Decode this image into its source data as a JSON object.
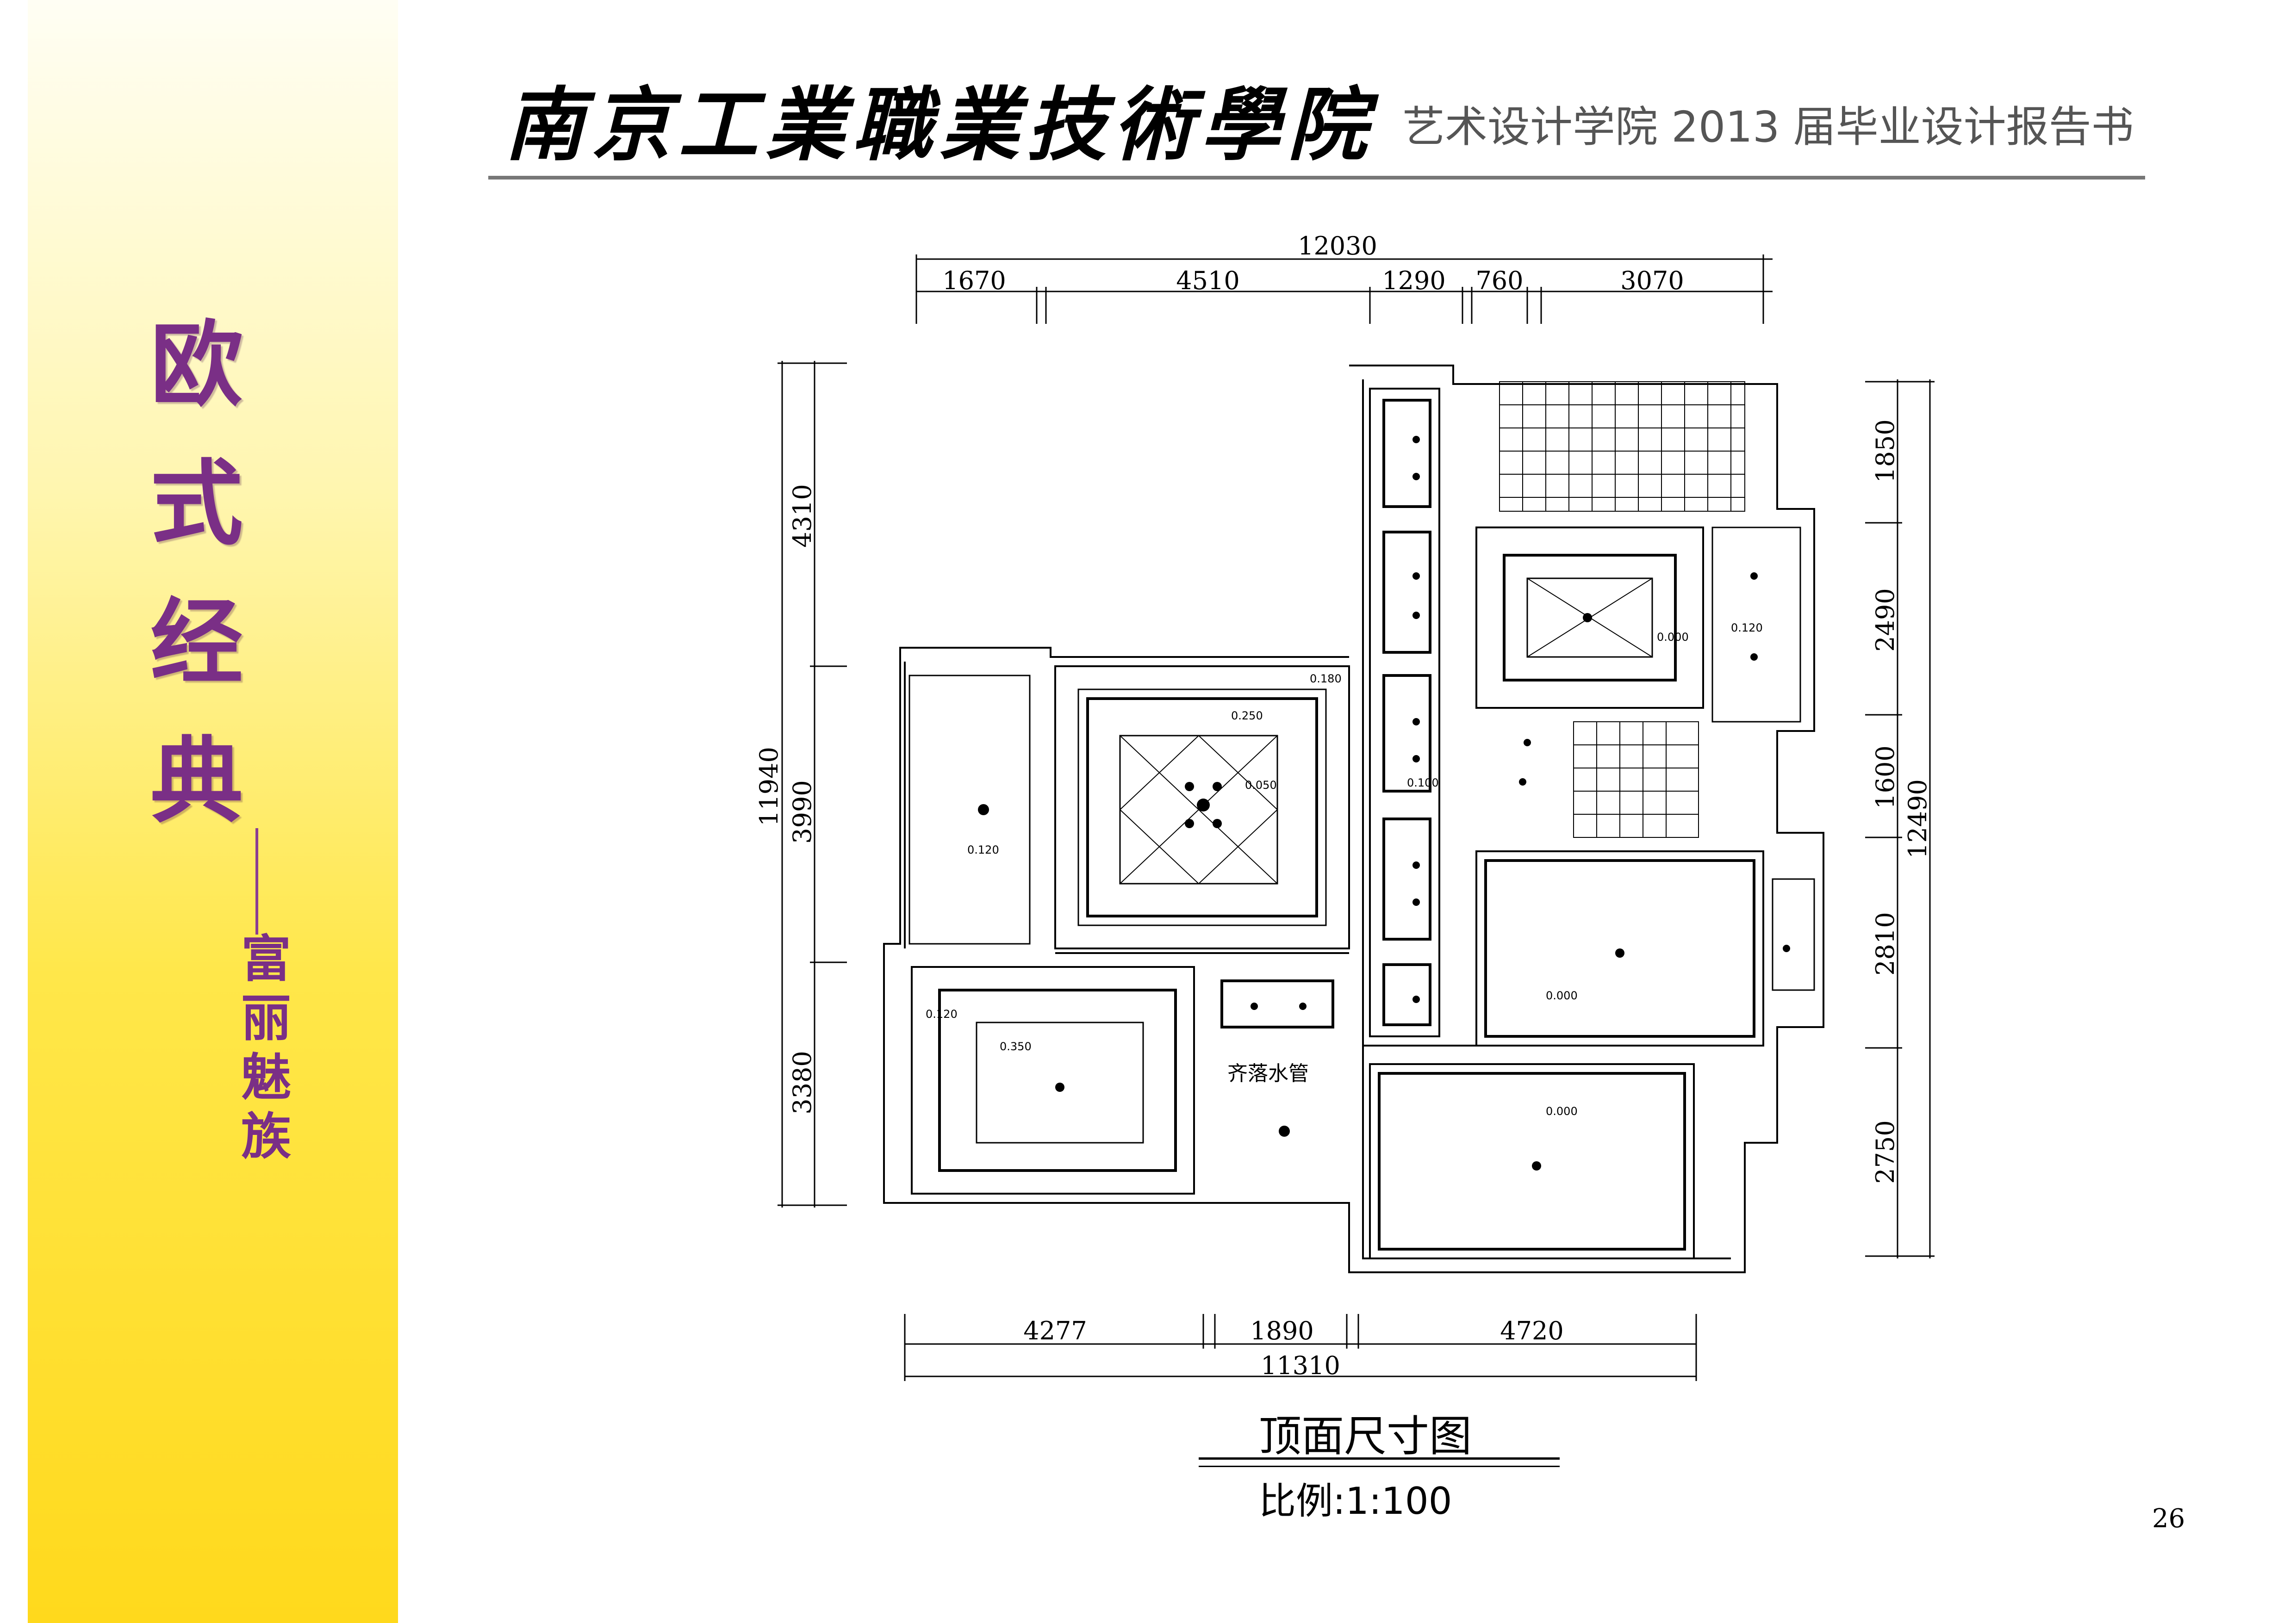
{
  "sidebar": {
    "title_chars": [
      "欧",
      "式",
      "经",
      "典"
    ],
    "subtitle_chars": [
      "富",
      "丽",
      "魅",
      "族"
    ]
  },
  "header": {
    "school_name": "南京工業職業技術學院",
    "report_title": "艺术设计学院 2013 届毕业设计报告书"
  },
  "plan": {
    "title": "顶面尺寸图",
    "scale": "比例:1:100",
    "top_dims": {
      "total": "12030",
      "segments": [
        "1670",
        "4510",
        "1290",
        "760",
        "3070"
      ]
    },
    "bottom_dims": {
      "total": "11310",
      "segments": [
        "4277",
        "1890",
        "4720"
      ]
    },
    "left_dims": {
      "total": "11940",
      "segments": [
        "4310",
        "3990",
        "3380"
      ]
    },
    "right_dims": {
      "total": "12490",
      "segments": [
        "1850",
        "2490",
        "1600",
        "2810",
        "2750"
      ]
    },
    "room_label": "齐落水管",
    "level_labels": [
      "0.180",
      "0.250",
      "0.050",
      "0.120",
      "0.120",
      "0.350",
      "0.000",
      "0.000",
      "0.000",
      "0.120",
      "0.100"
    ]
  },
  "page_number": "26"
}
